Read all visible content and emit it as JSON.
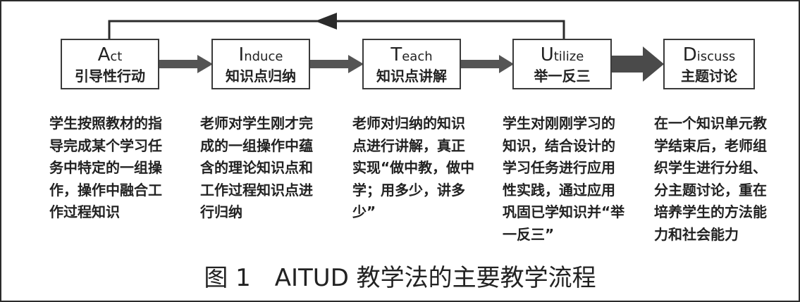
{
  "steps": [
    {
      "letter": "A",
      "rest": "ct",
      "cn": "引导性行动",
      "desc": "学生按照教材的指导完成某个学习任务中特定的一组操作，操作中融合工作过程知识"
    },
    {
      "letter": "I",
      "rest": "nduce",
      "cn": "知识点归纳",
      "desc": "老师对学生刚才完成的一组操作中蕴含的理论知识点和工作过程知识点进行归纳"
    },
    {
      "letter": "T",
      "rest": "each",
      "cn": "知识点讲解",
      "desc": "老师对归纳的知识点进行讲解，真正实现“做中教，做中学；用多少，讲多少”"
    },
    {
      "letter": "U",
      "rest": "tilize",
      "cn": "举一反三",
      "desc": "学生对刚刚学习的知识，结合设计的学习任务进行应用性实践，通过应用巩固已学知识并“举一反三”"
    },
    {
      "letter": "D",
      "rest": "iscuss",
      "cn": "主题讨论",
      "desc": "在一个知识单元教学结束后，老师组织学生进行分组、分主题讨论，重在培养学生的方法能力和社会能力"
    }
  ],
  "caption": "图 1　AITUD 教学法的主要教学流程",
  "colors": {
    "line": "#2b2b2b",
    "arrow": "#555555",
    "box_border": "#3a3a3a"
  }
}
